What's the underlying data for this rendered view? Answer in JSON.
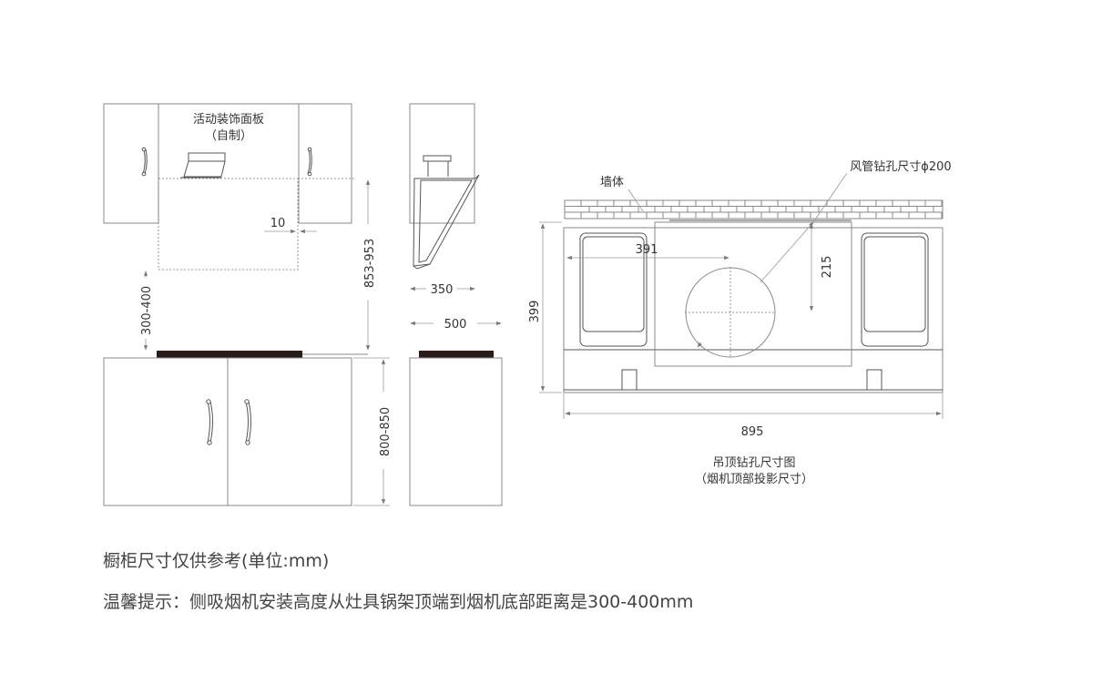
{
  "front_view": {
    "panel_label_line1": "活动装饰面板",
    "panel_label_line2": "（自制）",
    "gap_dim": "10",
    "hood_height_dim": "853-953",
    "mount_height_dim": "300-400",
    "cabinet_height_dim": "800-850"
  },
  "side_view": {
    "hood_depth_dim": "350",
    "cabinet_depth_dim": "500"
  },
  "ceiling_view": {
    "wall_label": "墙体",
    "duct_label": "风管钻孔尺寸ϕ200",
    "offset_x_dim": "391",
    "offset_y_dim": "215",
    "depth_dim": "399",
    "width_dim": "895",
    "caption_line1": "吊顶钻孔尺寸图",
    "caption_line2": "（烟机顶部投影尺寸）"
  },
  "notes": {
    "cabinet_note": "橱柜尺寸仅供参考(单位:mm)",
    "install_note": "温馨提示：侧吸烟机安装高度从灶具锅架顶端到烟机底部距离是300-400mm"
  }
}
